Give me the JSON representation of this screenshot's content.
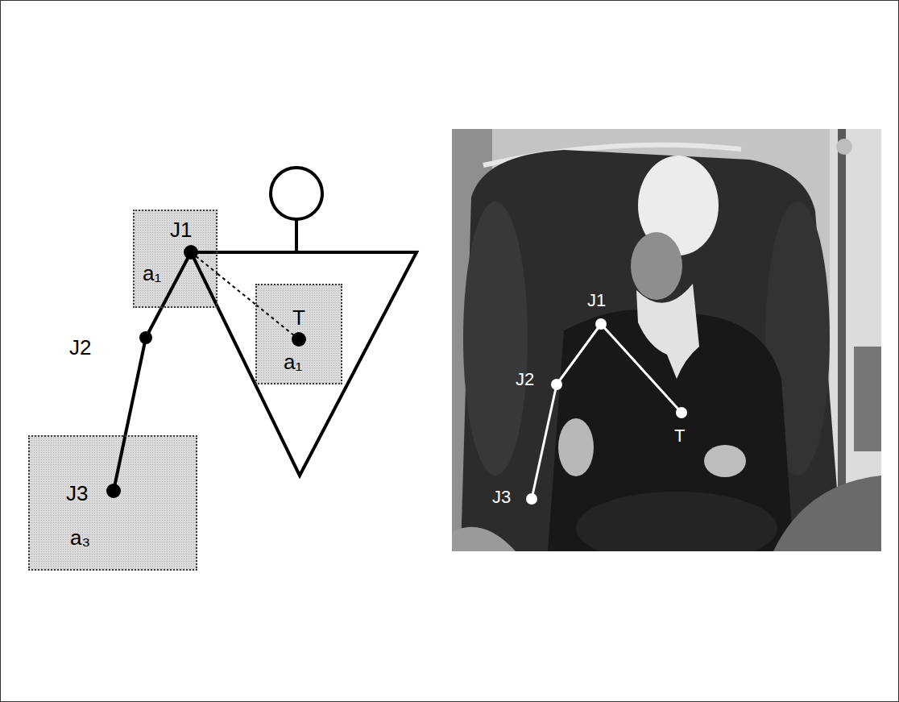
{
  "diagram": {
    "nodes": [
      {
        "text": [
          "J1",
          "a₁"
        ]
      },
      {
        "text": [
          "T",
          "a₁"
        ]
      },
      {
        "text": [
          "J3",
          "a₃"
        ]
      }
    ],
    "edges": [
      {
        "from": 0,
        "to": 1,
        "arrow": "none"
      },
      {
        "from": 0,
        "to": 2,
        "arrow": "none"
      }
    ],
    "labels": [
      "J2",
      "J1",
      "J2",
      "T",
      "J3"
    ]
  }
}
